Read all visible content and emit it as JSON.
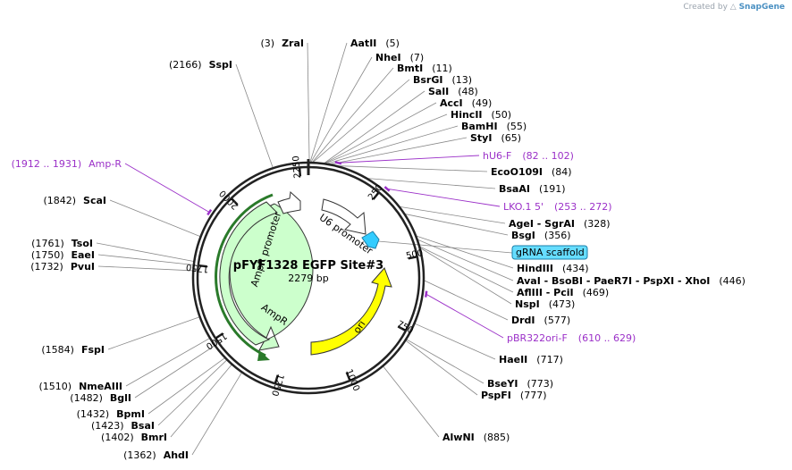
{
  "credit": {
    "prefix": "Created by",
    "brand": "SnapGene",
    "logo_icon": "snapgene-logo-icon"
  },
  "plasmid": {
    "name": "pFYF1328 EGFP Site#3",
    "length_label": "2279 bp",
    "length": 2279
  },
  "colors": {
    "backbone": "#222222",
    "primer": "#9b30c8",
    "feature_ampr": "#ccffcc",
    "feature_ori": "#ffff00",
    "feature_u6": "#ffffff",
    "feature_grna": "#33ccff",
    "feature_grna_badge": "#66ddff",
    "leader": "#888888"
  },
  "ticks": [
    "250",
    "500",
    "750",
    "1000",
    "1250",
    "1500",
    "1750",
    "2000",
    "2250"
  ],
  "features": [
    {
      "name": "AmpR promoter",
      "label": "AmpR promoter"
    },
    {
      "name": "AmpR",
      "label": "AmpR"
    },
    {
      "name": "U6 promoter",
      "label": "U6 promoter"
    },
    {
      "name": "ori",
      "label": "ori"
    },
    {
      "name": "gRNA scaffold",
      "label": "gRNA scaffold"
    }
  ],
  "sites": [
    {
      "name": "ZraI",
      "pos": "(3)"
    },
    {
      "name": "AatII",
      "pos": "(5)"
    },
    {
      "name": "NheI",
      "pos": "(7)"
    },
    {
      "name": "BmtI",
      "pos": "(11)"
    },
    {
      "name": "BsrGI",
      "pos": "(13)"
    },
    {
      "name": "SalI",
      "pos": "(48)"
    },
    {
      "name": "AccI",
      "pos": "(49)"
    },
    {
      "name": "HincII",
      "pos": "(50)"
    },
    {
      "name": "BamHI",
      "pos": "(55)"
    },
    {
      "name": "StyI",
      "pos": "(65)"
    },
    {
      "name": "EcoO109I",
      "pos": "(84)"
    },
    {
      "name": "BsaAI",
      "pos": "(191)"
    },
    {
      "name": "AgeI - SgrAI",
      "pos": "(328)"
    },
    {
      "name": "BsgI",
      "pos": "(356)"
    },
    {
      "name": "HindIII",
      "pos": "(434)"
    },
    {
      "name": "AvaI - BsoBI - PaeR7I - PspXI - XhoI",
      "pos": "(446)"
    },
    {
      "name": "AflIII - PciI",
      "pos": "(469)"
    },
    {
      "name": "NspI",
      "pos": "(473)"
    },
    {
      "name": "DrdI",
      "pos": "(577)"
    },
    {
      "name": "HaeII",
      "pos": "(717)"
    },
    {
      "name": "BseYI",
      "pos": "(773)"
    },
    {
      "name": "PspFI",
      "pos": "(777)"
    },
    {
      "name": "AlwNI",
      "pos": "(885)"
    },
    {
      "name": "AhdI",
      "pos": "(1362)"
    },
    {
      "name": "BmrI",
      "pos": "(1402)"
    },
    {
      "name": "BsaI",
      "pos": "(1423)"
    },
    {
      "name": "BpmI",
      "pos": "(1432)"
    },
    {
      "name": "BglI",
      "pos": "(1482)"
    },
    {
      "name": "NmeAIII",
      "pos": "(1510)"
    },
    {
      "name": "FspI",
      "pos": "(1584)"
    },
    {
      "name": "PvuI",
      "pos": "(1732)"
    },
    {
      "name": "EaeI",
      "pos": "(1750)"
    },
    {
      "name": "TsoI",
      "pos": "(1761)"
    },
    {
      "name": "ScaI",
      "pos": "(1842)"
    },
    {
      "name": "SspI",
      "pos": "(2166)"
    }
  ],
  "primers": [
    {
      "name": "hU6-F",
      "range": "(82 .. 102)"
    },
    {
      "name": "LKO.1 5'",
      "range": "(253 .. 272)"
    },
    {
      "name": "pBR322ori-F",
      "range": "(610 .. 629)"
    },
    {
      "name": "Amp-R",
      "range": "(1912 .. 1931)"
    }
  ]
}
